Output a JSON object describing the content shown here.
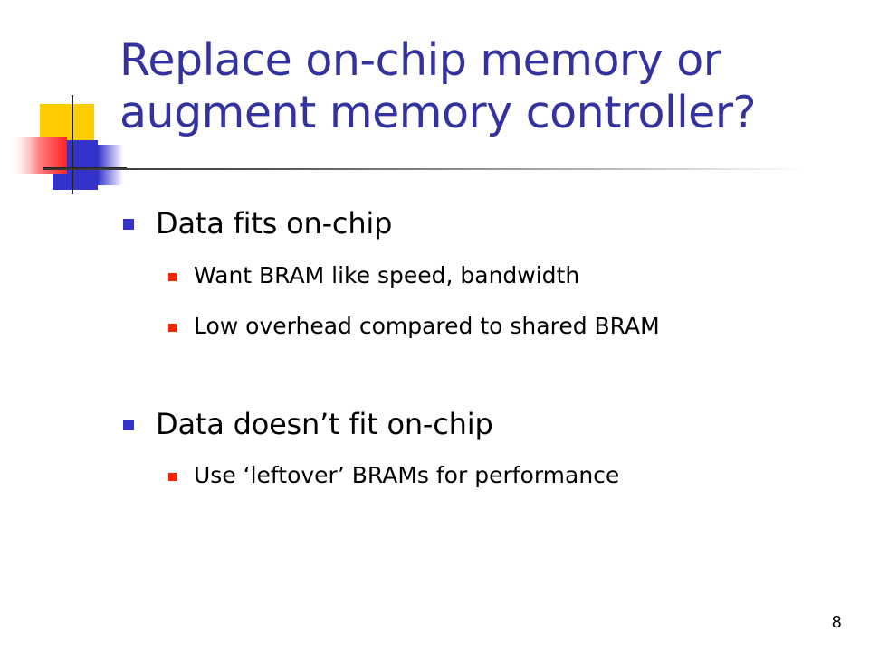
{
  "slide": {
    "title": "Replace on-chip memory or augment memory controller?",
    "bullets": [
      {
        "text": "Data fits on-chip",
        "sub": [
          "Want BRAM like speed, bandwidth",
          "Low overhead compared to shared BRAM"
        ]
      },
      {
        "text": "Data doesn’t fit on-chip",
        "sub": [
          "Use ‘leftover’ BRAMs for performance"
        ]
      }
    ],
    "page_number": "8"
  },
  "colors": {
    "title": "#3333a0",
    "bullet_level1": "#3333cc",
    "bullet_level2": "#ff2200",
    "deco_yellow": "#ffcc00",
    "deco_blue": "#3333cc",
    "deco_red": "#ff3333"
  }
}
